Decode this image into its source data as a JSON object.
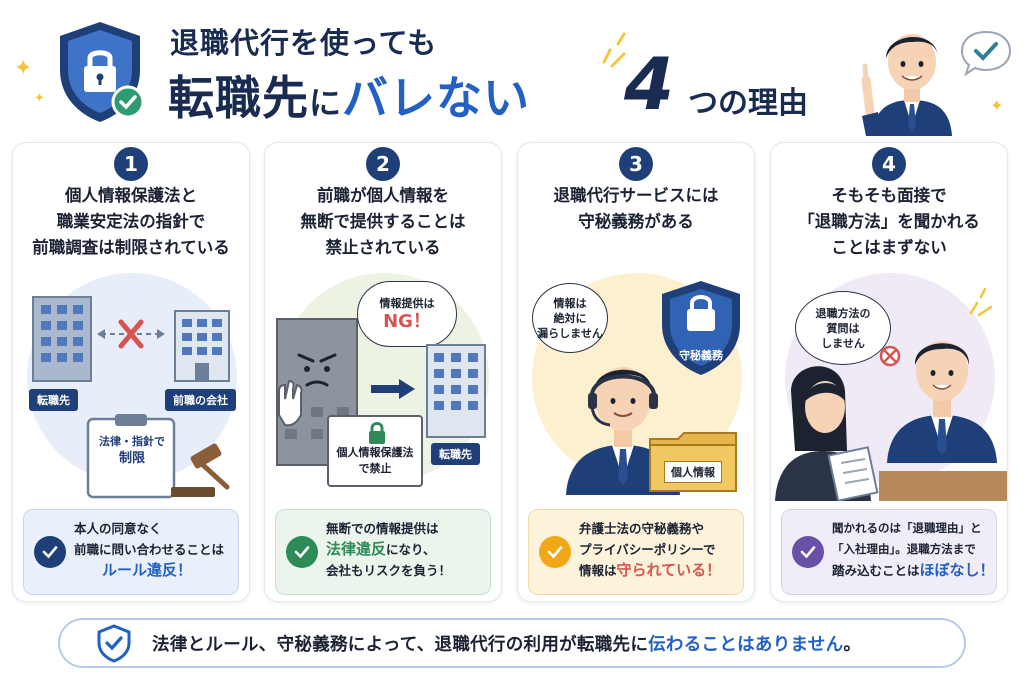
{
  "header": {
    "title_line1": "退職代行を使っても",
    "title_part_a": "転職先",
    "title_part_b": "に",
    "title_part_c": "バレない",
    "title_four": "4",
    "title_tail": "つの理由"
  },
  "cards": [
    {
      "number": "1",
      "title": [
        "個人情報保護法と",
        "職業安定法の指針で",
        "前職調査は制限されている"
      ],
      "labels": {
        "left_building": "転職先",
        "right_building": "前職の会社",
        "clipboard": [
          "法律・指針で",
          "制限"
        ]
      },
      "note": {
        "lines": [
          "本人の同意なく",
          "前職に問い合わせることは"
        ],
        "emphasis": "ルール違反！"
      },
      "accent": "#1f3f78"
    },
    {
      "number": "2",
      "title": [
        "前職が個人情報を",
        "無断で提供することは",
        "禁止されている"
      ],
      "labels": {
        "bubble": [
          "情報提供は"
        ],
        "bubble_em": "NG！",
        "sign": [
          "個人情報保護法",
          "で禁止"
        ],
        "building": "転職先"
      },
      "note": {
        "line1": "無断での情報提供は",
        "emphasis": "法律違反",
        "line2_tail": "になり、",
        "line3": "会社もリスクを負う！"
      },
      "accent": "#2e8b57"
    },
    {
      "number": "3",
      "title": [
        "退職代行サービスには",
        "守秘義務がある"
      ],
      "labels": {
        "bubble": [
          "情報は",
          "絶対に",
          "漏らしません"
        ],
        "shield": "守秘義務",
        "folder": "個人情報"
      },
      "note": {
        "line1": "弁護士法の守秘義務や",
        "line2": "プライバシーポリシーで",
        "line3_head": "情報は",
        "emphasis": "守られている！"
      },
      "accent": "#f0a818"
    },
    {
      "number": "4",
      "title": [
        "そもそも面接で",
        "「退職方法」を聞かれる",
        "ことはまずない"
      ],
      "labels": {
        "bubble": [
          "退職方法の",
          "質問は",
          "しません"
        ]
      },
      "note": {
        "line1": "聞かれるのは「退職理由」と",
        "line2": "「入社理由」。退職方法まで",
        "line3_head": "踏み込むことは",
        "emphasis": "ほぼなし！"
      },
      "accent": "#6a4fa8"
    }
  ],
  "footer": {
    "text_a": "法律とルール、守秘義務によって、退職代行の利用が転職先に",
    "text_hl": "伝わることはありません",
    "text_b": "。"
  },
  "colors": {
    "navy": "#1f3f78",
    "blue": "#2360c4",
    "green": "#2e8b57",
    "orange": "#f0a818",
    "purple": "#6a4fa8",
    "red": "#d9534f"
  }
}
